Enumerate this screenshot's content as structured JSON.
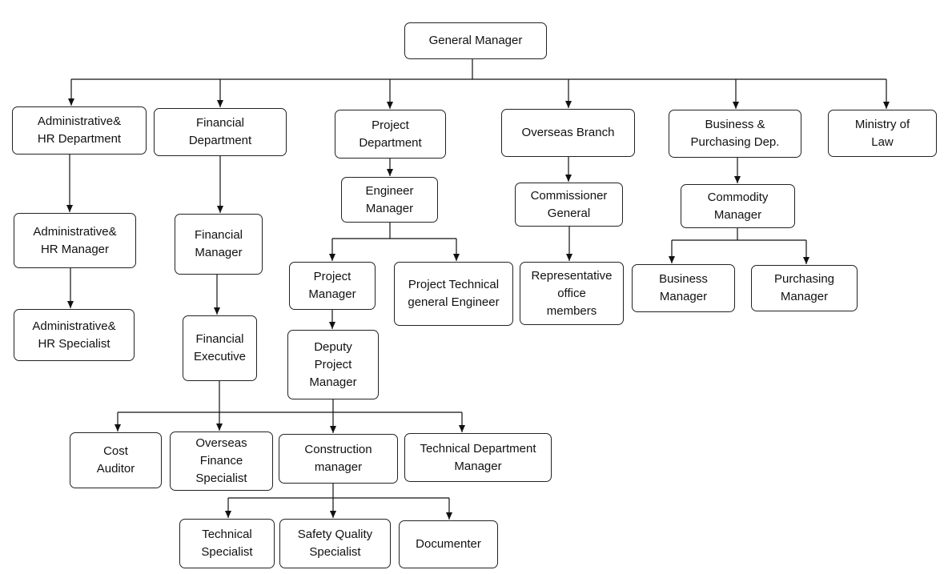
{
  "nodes": {
    "gm": {
      "label": "General Manager"
    },
    "admin_dept": {
      "label": "Administrative&\nHR Department"
    },
    "fin_dept": {
      "label": "Financial\nDepartment"
    },
    "proj_dept": {
      "label": "Project\nDepartment"
    },
    "overseas": {
      "label": "Overseas Branch"
    },
    "business_dept": {
      "label": "Business &\nPurchasing Dep."
    },
    "ministry": {
      "label": "Ministry of\nLaw"
    },
    "admin_mgr": {
      "label": "Administrative&\nHR Manager"
    },
    "admin_spec": {
      "label": "Administrative&\nHR Specialist"
    },
    "fin_mgr": {
      "label": "Financial\nManager"
    },
    "fin_exec": {
      "label": "Financial\nExecutive"
    },
    "eng_mgr": {
      "label": "Engineer\nManager"
    },
    "proj_mgr": {
      "label": "Project\nManager"
    },
    "proj_tech": {
      "label": "Project Technical\ngeneral Engineer"
    },
    "deputy": {
      "label": "Deputy\nProject\nManager"
    },
    "commissioner": {
      "label": "Commissioner\nGeneral"
    },
    "rep_office": {
      "label": "Representative\noffice\nmembers"
    },
    "commodity": {
      "label": "Commodity\nManager"
    },
    "biz_mgr": {
      "label": "Business\nManager"
    },
    "purch_mgr": {
      "label": "Purchasing\nManager"
    },
    "cost_auditor": {
      "label": "Cost\nAuditor"
    },
    "overseas_fin": {
      "label": "Overseas\nFinance\nSpecialist"
    },
    "construction": {
      "label": "Construction\nmanager"
    },
    "tech_dept_mgr": {
      "label": "Technical Department\nManager"
    },
    "tech_spec": {
      "label": "Technical\nSpecialist"
    },
    "safety": {
      "label": "Safety Quality\nSpecialist"
    },
    "documenter": {
      "label": "Documenter"
    }
  }
}
